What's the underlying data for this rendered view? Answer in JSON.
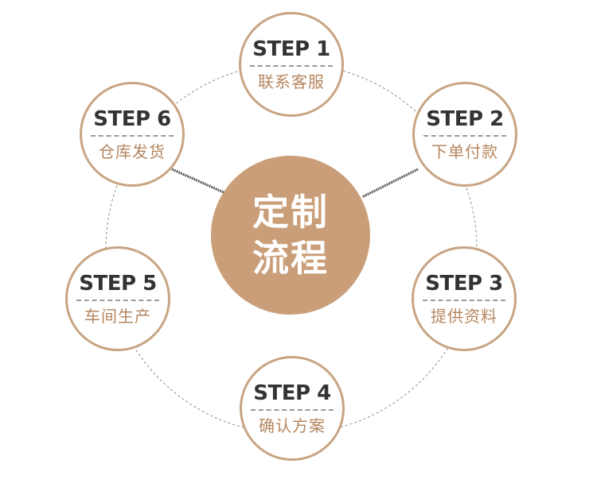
{
  "center": {
    "line1": "定制",
    "line2": "流程"
  },
  "steps": [
    {
      "step": "STEP 1",
      "label": "联系客服"
    },
    {
      "step": "STEP 2",
      "label": "下单付款"
    },
    {
      "step": "STEP 3",
      "label": "提供资料"
    },
    {
      "step": "STEP 4",
      "label": "确认方案"
    },
    {
      "step": "STEP 5",
      "label": "车间生产"
    },
    {
      "step": "STEP 6",
      "label": "仓库发货"
    }
  ],
  "colors": {
    "accent": "#c99e78",
    "ring_border": "#c8a482",
    "step_text": "#333333",
    "label_text": "#b5865f"
  }
}
